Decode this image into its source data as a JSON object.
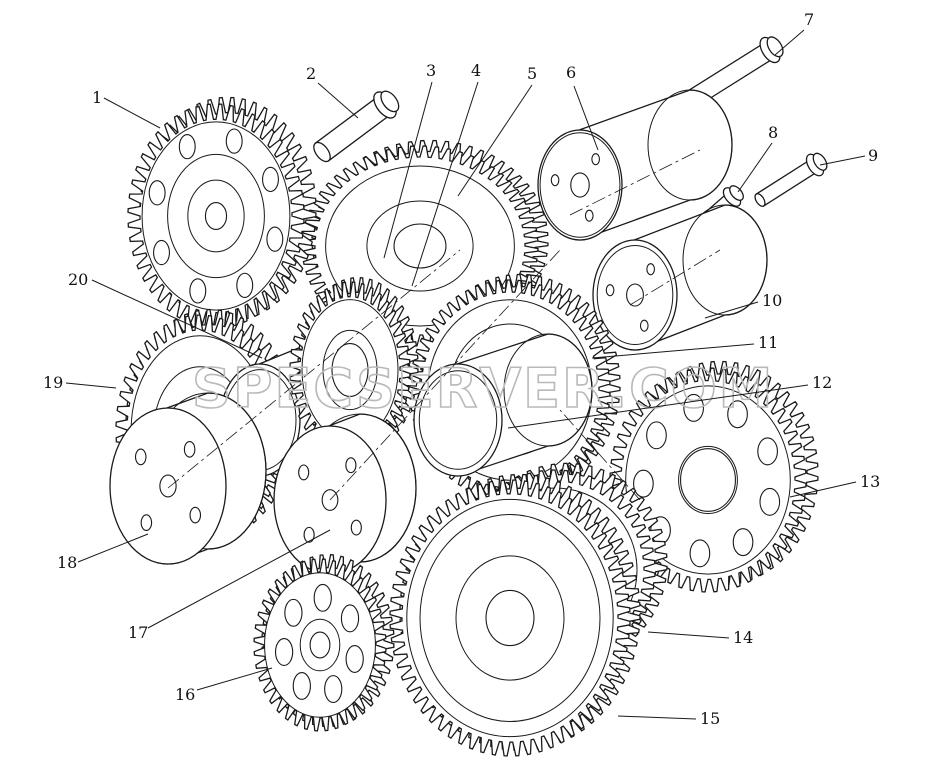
{
  "watermark": "SPECSERVER.COM",
  "callouts": [
    {
      "id": 1,
      "label": "1"
    },
    {
      "id": 2,
      "label": "2"
    },
    {
      "id": 3,
      "label": "3"
    },
    {
      "id": 4,
      "label": "4"
    },
    {
      "id": 5,
      "label": "5"
    },
    {
      "id": 6,
      "label": "6"
    },
    {
      "id": 7,
      "label": "7"
    },
    {
      "id": 8,
      "label": "8"
    },
    {
      "id": 9,
      "label": "9"
    },
    {
      "id": 10,
      "label": "10"
    },
    {
      "id": 11,
      "label": "11"
    },
    {
      "id": 12,
      "label": "12"
    },
    {
      "id": 13,
      "label": "13"
    },
    {
      "id": 14,
      "label": "14"
    },
    {
      "id": 15,
      "label": "15"
    },
    {
      "id": 16,
      "label": "16"
    },
    {
      "id": 17,
      "label": "17"
    },
    {
      "id": 18,
      "label": "18"
    },
    {
      "id": 19,
      "label": "19"
    },
    {
      "id": 20,
      "label": "20"
    }
  ]
}
